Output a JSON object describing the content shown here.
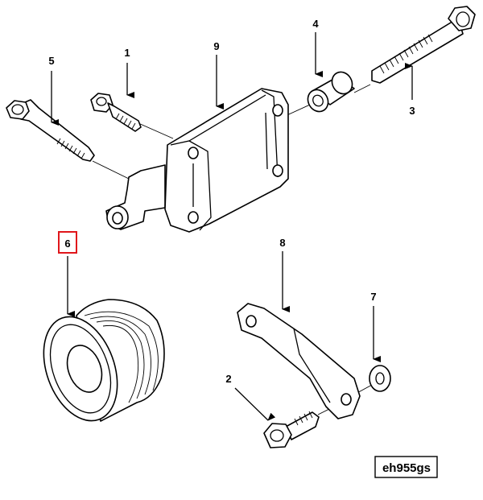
{
  "diagram": {
    "callouts": [
      "1",
      "2",
      "3",
      "4",
      "5",
      "6",
      "7",
      "8",
      "9"
    ],
    "highlighted_callout": "6",
    "highlight_color": "#e0161b",
    "reference_code": "eh955gs"
  }
}
